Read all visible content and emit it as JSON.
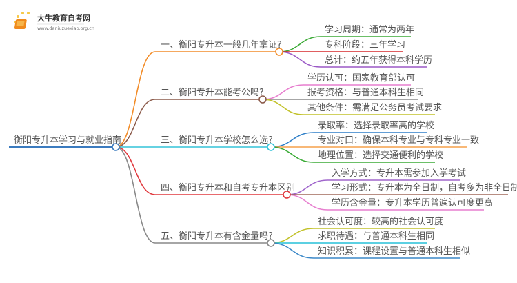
{
  "logo": {
    "title": "大牛教育自考网",
    "url": "www.daniuzuexiao.org.cn"
  },
  "root": {
    "label": "衡阳专升本学习与就业指南",
    "color": "#3b7bbf"
  },
  "branches": [
    {
      "label": "一、衡阳专升本一般几年拿证?",
      "color": "#f28c28",
      "leaves": [
        {
          "label": "学习周期：通常为两年",
          "color": "#3aaa35"
        },
        {
          "label": "专科阶段：三年学习",
          "color": "#d6282b"
        },
        {
          "label": "总计：约五年获得本科学历",
          "color": "#9b59c6"
        }
      ]
    },
    {
      "label": "二、衡阳专升本能考公吗?",
      "color": "#8b5a4a",
      "leaves": [
        {
          "label": "学历认可：国家教育部认可",
          "color": "#e77fcf"
        },
        {
          "label": "报考资格：与普通本科生相同",
          "color": "#888888"
        },
        {
          "label": "其他条件：需满足公务员考试要求",
          "color": "#c2c22a"
        }
      ]
    },
    {
      "label": "三、衡阳专升本学校怎么选?",
      "color": "#33c3d8",
      "leaves": [
        {
          "label": "录取率：选择录取率高的学校",
          "color": "#2f7fc8"
        },
        {
          "label": "专业对口：确保本科专业与专科专业一致",
          "color": "#f5a04a"
        },
        {
          "label": "地理位置：选择交通便利的学校",
          "color": "#3aaa35"
        }
      ]
    },
    {
      "label": "四、衡阳专升本和自考专升本区别",
      "color": "#e0393e",
      "leaves": [
        {
          "label": "入学方式：专升本需参加入学考试",
          "color": "#a066cc"
        },
        {
          "label": "学习形式：专升本为全日制，自考多为非全日制",
          "color": "#a0685a"
        },
        {
          "label": "学历含金量：专升本学历普遍认可度更高",
          "color": "#e77fcf"
        }
      ]
    },
    {
      "label": "五、衡阳专升本有含金量吗?",
      "color": "#888888",
      "leaves": [
        {
          "label": "社会认可度：较高的社会认可度",
          "color": "#c2c22a"
        },
        {
          "label": "求职待遇：与普通本科生相同",
          "color": "#26c0d8"
        },
        {
          "label": "知识积累：课程设置与普通本科生相似",
          "color": "#3b88c8"
        }
      ]
    }
  ]
}
